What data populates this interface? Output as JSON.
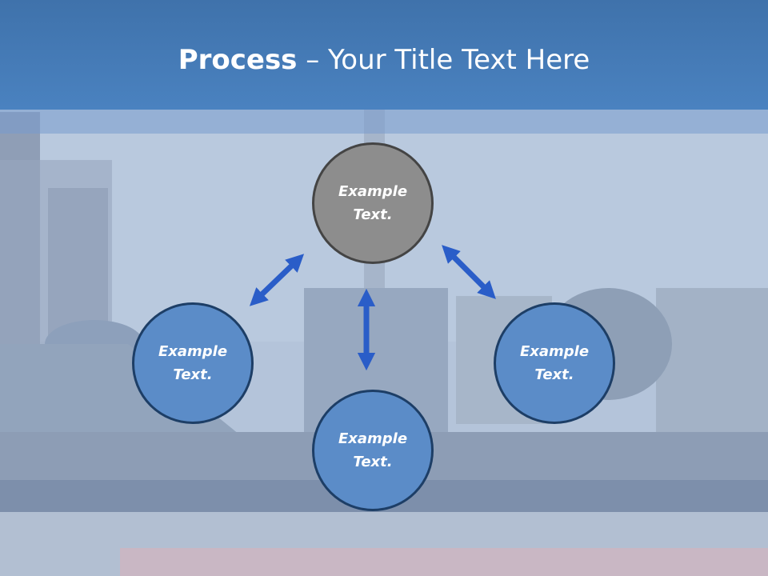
{
  "slide": {
    "title_bold": "Process",
    "title_rest": " – Your Title Text Here",
    "colors": {
      "header": "#4a82c0",
      "circle_fill": "#5b8cc8",
      "circle_top_fill": "#8d8d8d",
      "arrow": "#2a5dc8"
    },
    "nodes": [
      {
        "id": "top",
        "text": "Example\nText."
      },
      {
        "id": "left",
        "text": "Example\nText."
      },
      {
        "id": "right",
        "text": "Example\nText."
      },
      {
        "id": "bottom",
        "text": "Example\nText."
      }
    ]
  }
}
